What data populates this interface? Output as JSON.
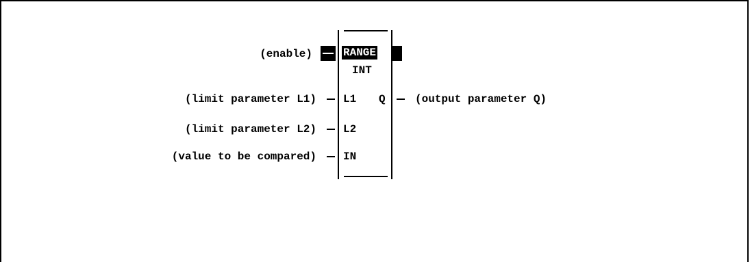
{
  "block": {
    "name": "RANGE",
    "type": "INT",
    "inputs": [
      {
        "pin": "L1",
        "label": "(limit parameter L1)"
      },
      {
        "pin": "L2",
        "label": "(limit parameter L2)"
      },
      {
        "pin": "IN",
        "label": "(value to be compared)"
      }
    ],
    "output": {
      "pin": "Q",
      "label": "(output parameter Q)"
    },
    "enable_label": "(enable)"
  },
  "dash": "—"
}
